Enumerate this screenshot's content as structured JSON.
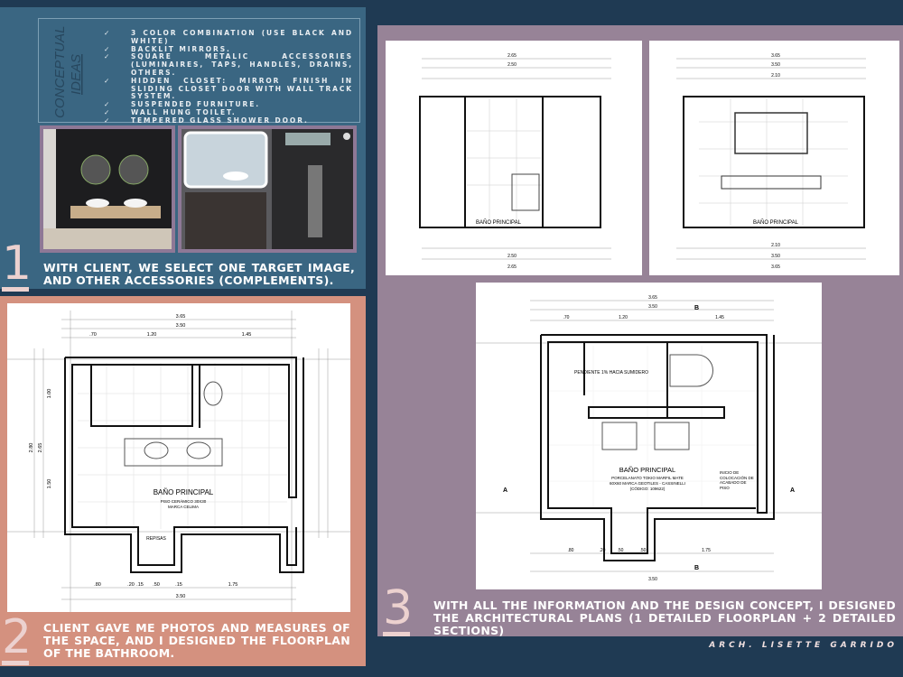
{
  "panel1": {
    "ideas_title": [
      "CONCEPTUAL",
      "IDEAS"
    ],
    "ideas": [
      "3 COLOR COMBINATION (USE BLACK AND WHITE)",
      "BACKLIT MIRRORS.",
      "SQUARE METALIC ACCESSORIES (LUMINAIRES, TAPS, HANDLES, DRAINS, OTHERS.",
      "HIDDEN CLOSET: MIRROR FINISH IN SLIDING CLOSET DOOR WITH WALL TRACK SYSTEM.",
      "SUSPENDED FURNITURE.",
      "WALL HUNG TOILET.",
      "TEMPERED GLASS SHOWER DOOR."
    ],
    "step_number": "1",
    "caption": "WITH CLIENT, WE SELECT ONE TARGET IMAGE, AND OTHER ACCESSORIES (COMPLEMENTS)."
  },
  "panel2": {
    "step_number": "2",
    "caption": "CLIENT GAVE ME PHOTOS AND MEASURES OF THE SPACE, AND I DESIGNED THE FLOORPLAN OF THE BATHROOM.",
    "plan": {
      "room_name": "BAÑO PRINCIPAL",
      "floor_note_1": "PISO CERÁMICO 30X30",
      "floor_note_2": "MARCA CELIMA",
      "repisas": "REPISAS",
      "dims_top": [
        "3.65",
        "3.50",
        ".70",
        "1.20",
        "1.45"
      ],
      "dims_bottom": [
        ".80",
        ".20",
        ".15",
        ".50",
        ".15",
        "1.75",
        "3.50"
      ],
      "dims_side": [
        "2.80",
        "2.65",
        "1.00",
        "1.50"
      ]
    }
  },
  "panel3": {
    "step_number": "3",
    "caption": "WITH ALL THE INFORMATION AND THE DESIGN CONCEPT, I DESIGNED THE ARCHITECTURAL PLANS (1 DETAILED FLOORPLAN + 2 DETAILED SECTIONS)",
    "section_a": {
      "room_name": "BAÑO PRINCIPAL",
      "dims_top": [
        "2.65",
        "2.50"
      ],
      "dims_bottom": [
        "2.50",
        "2.65"
      ]
    },
    "section_b": {
      "room_name": "BAÑO PRINCIPAL",
      "dims_top": [
        "3.65",
        "3.50",
        "2.10"
      ],
      "dims_bottom": [
        "2.10",
        "3.50",
        "3.65"
      ]
    },
    "plan": {
      "room_name": "BAÑO PRINCIPAL",
      "slope_note": "PENDIENTE 1% HACIA SUMIDERO",
      "floor_note_1": "PORCELANATO TOKIO MARFIL MATE",
      "floor_note_2": "60X60 MARCA GEOTILES - CASSINELLI",
      "floor_note_3": "(CÓDIGO: 109622)",
      "finish_note": "INICIO DE COLOCACIÓN DE ACABADO DE PISO",
      "section_marks": [
        "A",
        "A",
        "B",
        "B"
      ],
      "dims_top": [
        "3.65",
        "3.50",
        ".70",
        "1.20",
        "1.45"
      ],
      "dims_bottom": [
        ".80",
        ".20",
        ".50",
        ".50",
        "1.75",
        "3.50"
      ]
    }
  },
  "footer": {
    "author": "ARCH. LISETTE GARRIDO"
  },
  "colors": {
    "background": "#1f3a53",
    "panel1": "#3a6682",
    "panel2": "#d4917f",
    "panel3": "#978397",
    "accent": "#ecd1cf"
  }
}
